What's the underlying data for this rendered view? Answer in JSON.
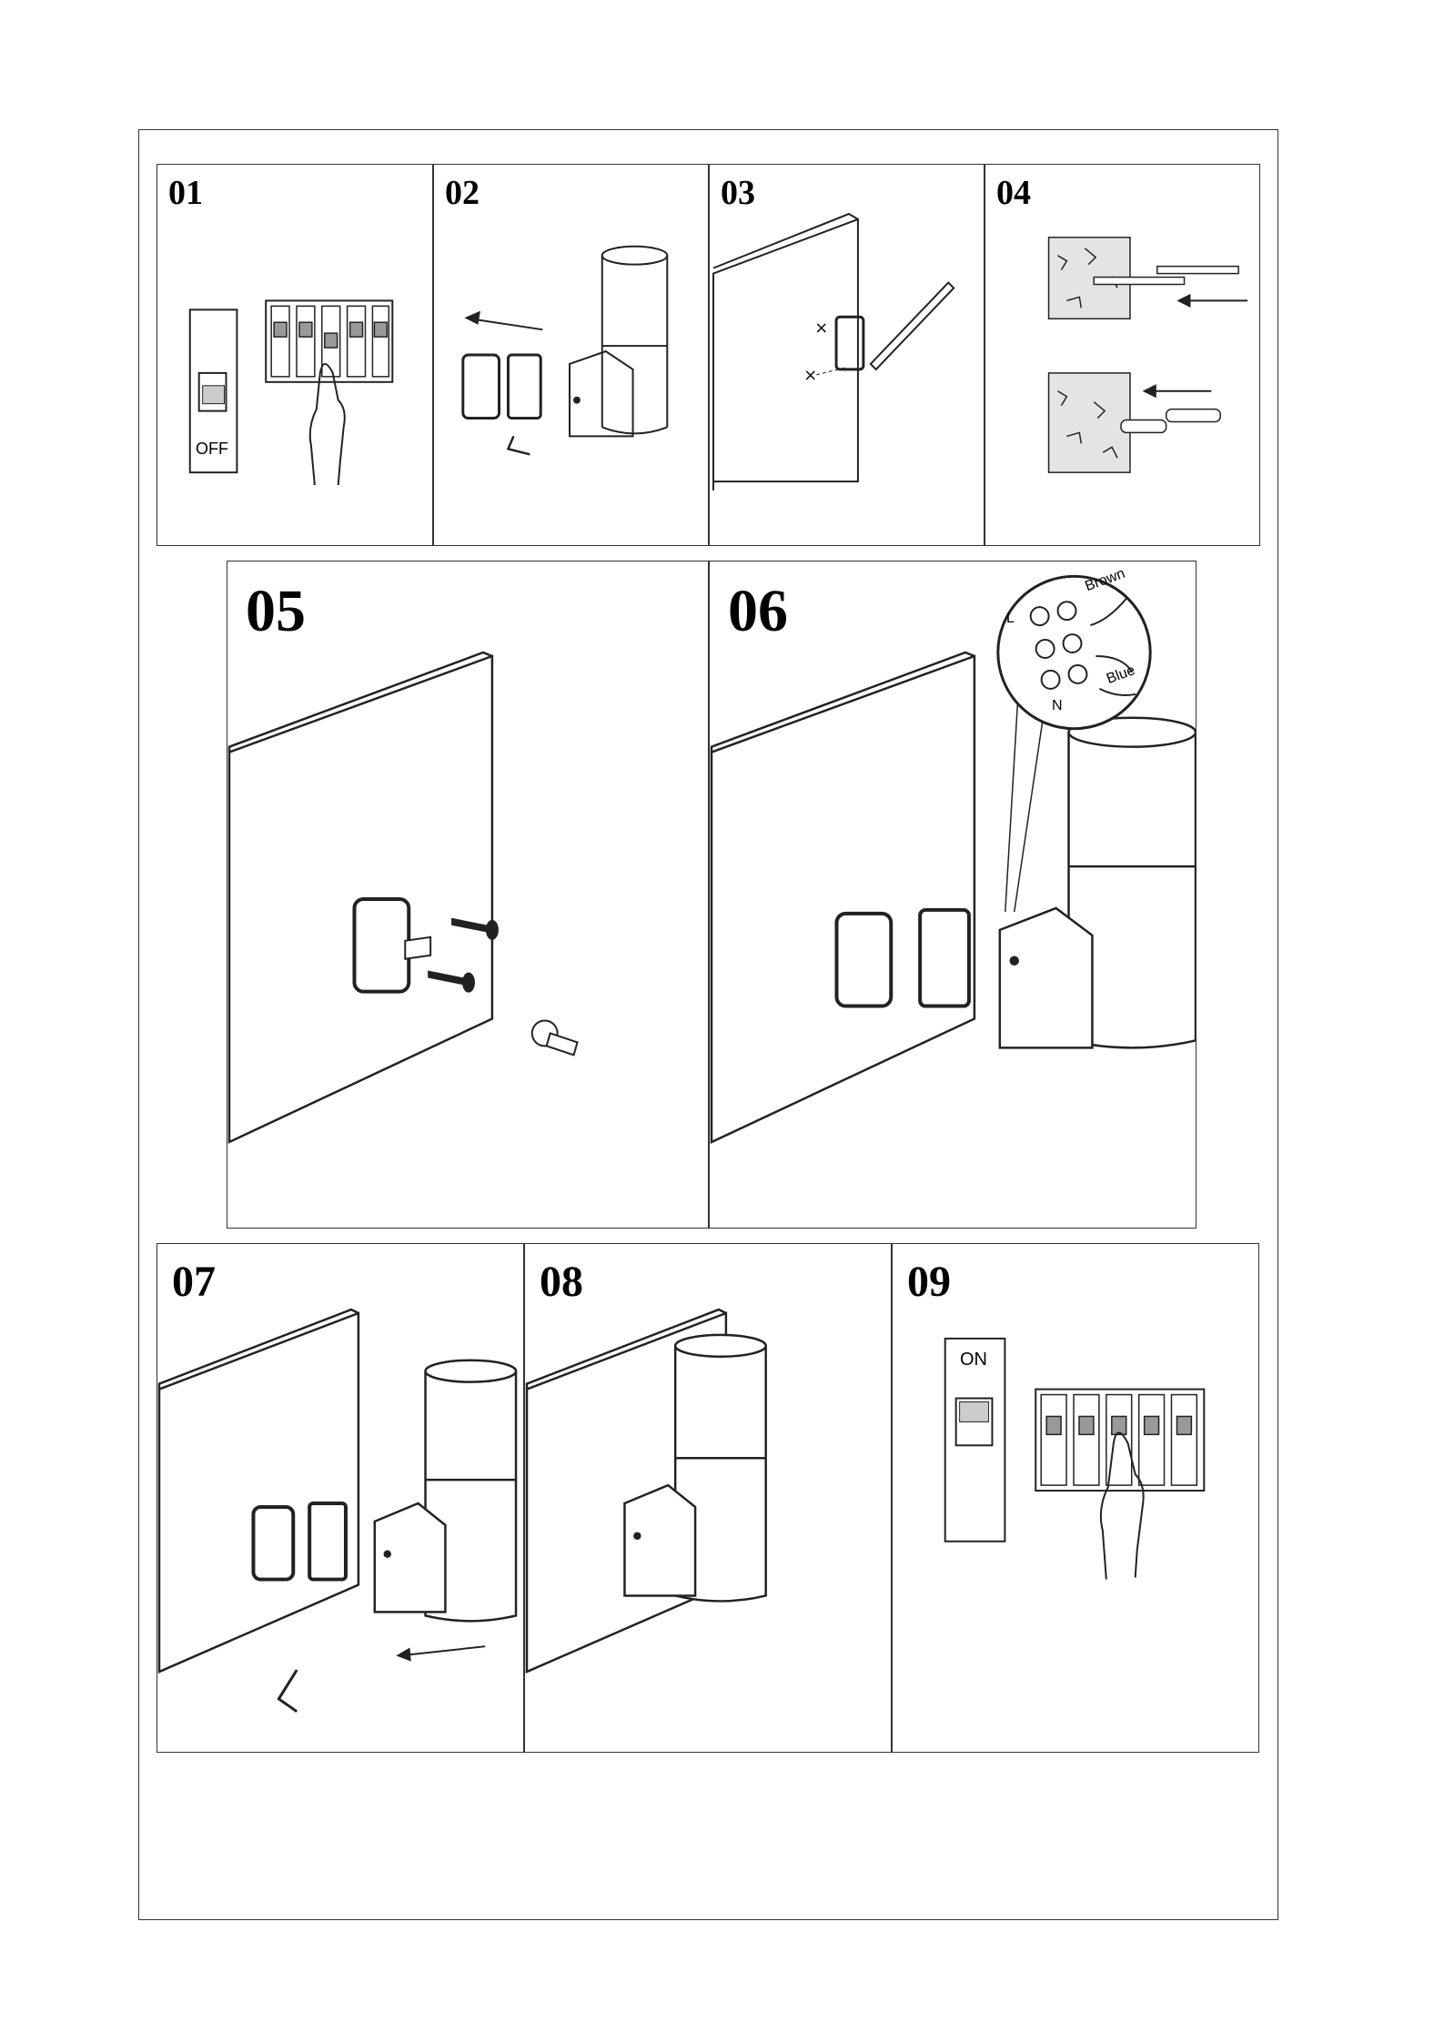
{
  "steps": [
    {
      "number": "01",
      "labels": {
        "switch": "OFF"
      }
    },
    {
      "number": "02"
    },
    {
      "number": "03"
    },
    {
      "number": "04"
    },
    {
      "number": "05"
    },
    {
      "number": "06",
      "labels": {
        "live": "L",
        "neutral": "N",
        "brown": "Brown",
        "blue": "Blue"
      }
    },
    {
      "number": "07"
    },
    {
      "number": "08"
    },
    {
      "number": "09",
      "labels": {
        "switch": "ON"
      }
    }
  ],
  "icons": [
    "circuit-breaker-icon",
    "hand-icon",
    "wall-lamp-icon",
    "mounting-plate-icon",
    "gasket-icon",
    "allen-key-icon",
    "pencil-icon",
    "drill-bit-icon",
    "wall-plug-icon",
    "screw-icon",
    "terminal-block-icon",
    "arrow-icon"
  ],
  "colors": {
    "line": "#222222",
    "background": "#ffffff"
  }
}
